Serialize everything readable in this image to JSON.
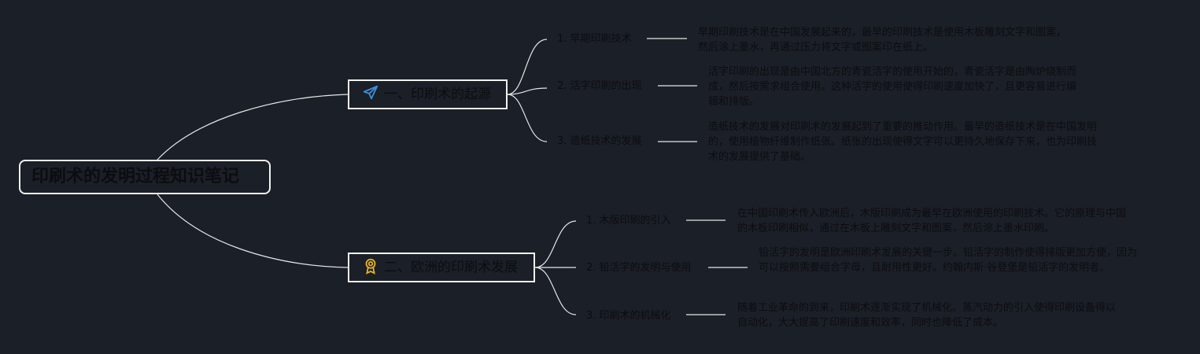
{
  "root": {
    "title": "印刷术的发明过程知识笔记"
  },
  "branches": [
    {
      "label": "一、印刷术的起源",
      "icon": "paper-plane-icon",
      "icon_color": "#3b8fd6",
      "items": [
        {
          "label": "1. 早期印刷技术",
          "note": "早期印刷技术是在中国发展起来的，最早的印刷技术是使用木板雕刻文字和图案，然后涂上墨水，再通过压力将文字或图案印在纸上。"
        },
        {
          "label": "2. 活字印刷的出现",
          "note": "活字印刷的出现是由中国北方的青瓷活字的使用开始的，青瓷活字是由陶炉烧制而成，然后按需求组合使用。这种活字的使用使得印刷速度加快了，且更容易进行编辑和排版。"
        },
        {
          "label": "3. 造纸技术的发展",
          "note": "造纸技术的发展对印刷术的发展起到了重要的推动作用。最早的造纸技术是在中国发明的，使用植物纤维制作纸张。纸张的出现使得文字可以更持久地保存下来，也为印刷技术的发展提供了基础。"
        }
      ]
    },
    {
      "label": "二、欧洲的印刷术发展",
      "icon": "award-ribbon-icon",
      "icon_color": "#e7b21c",
      "items": [
        {
          "label": "1. 木版印刷的引入",
          "note": "在中国印刷术传入欧洲后，木版印刷成为最早在欧洲使用的印刷技术。它的原理与中国的木板印刷相似，通过在木板上雕刻文字和图案，然后涂上墨水印刷。"
        },
        {
          "label": "2. 铅活字的发明与使用",
          "note": "铅活字的发明是欧洲印刷术发展的关键一步。铅活字的制作使得排版更加方便，因为可以按照需要组合字母，且耐用性更好。约翰内斯·谷登堡是铅活字的发明者。"
        },
        {
          "label": "3. 印刷术的机械化",
          "note": "随着工业革命的到来，印刷术逐渐实现了机械化。蒸汽动力的引入使得印刷设备得以自动化，大大提高了印刷速度和效率，同时也降低了成本。"
        }
      ]
    }
  ],
  "colors": {
    "background": "#1b1f27",
    "line": "#e6e6e6",
    "text": "#0c0d10",
    "border": "#f2f2f2"
  }
}
